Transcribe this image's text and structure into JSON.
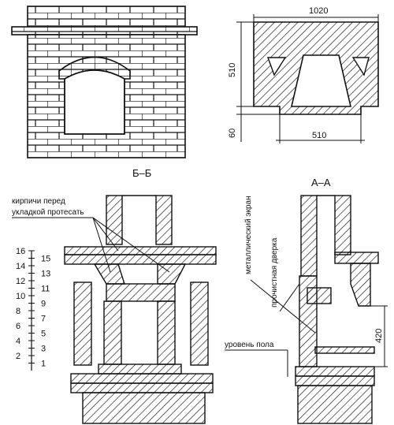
{
  "top_right": {
    "width_top": "1020",
    "height_left": "510",
    "base_left": "60",
    "width_bottom": "510"
  },
  "section_bb": {
    "title": "Б–Б"
  },
  "section_aa": {
    "title": "А–А"
  },
  "notes": {
    "trim_bricks_line1": "кирпичи перед",
    "trim_bricks_line2": "укладкой протесать",
    "metal_screen": "металлический экран",
    "fire_door": "прочистная дверка",
    "floor_level": "уровень пола",
    "height_420": "420"
  },
  "row_scale": {
    "left": [
      "16",
      "14",
      "12",
      "10",
      "8",
      "6",
      "4",
      "2"
    ],
    "right": [
      "15",
      "13",
      "11",
      "9",
      "7",
      "5",
      "3",
      "1"
    ]
  }
}
